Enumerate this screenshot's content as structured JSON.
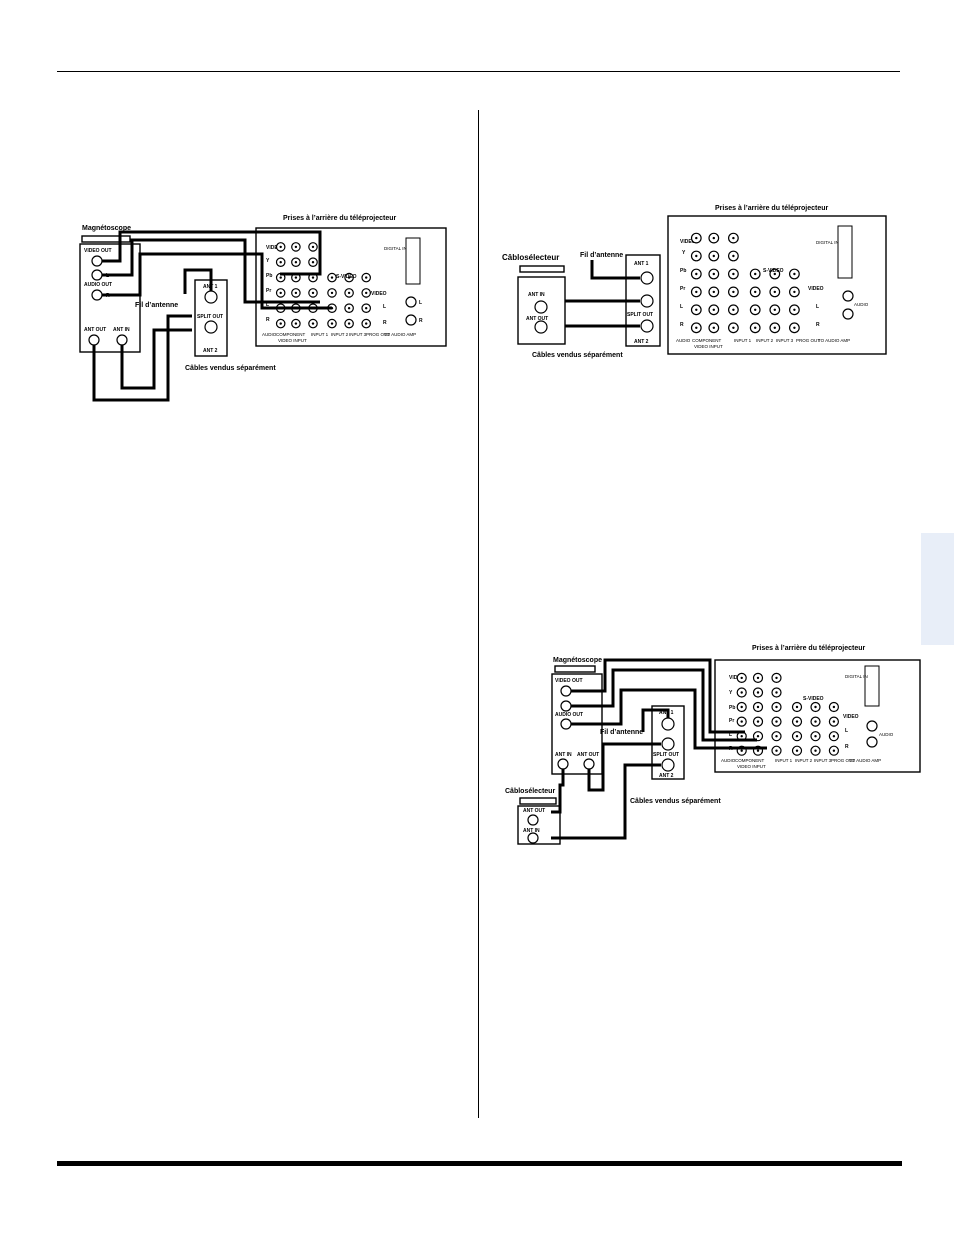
{
  "diagram1": {
    "projector_title": "Prises à l’arrière du téléprojecteur",
    "vcr_title": "Magnétoscope",
    "vcr_video_out": "VIDEO OUT",
    "vcr_audio_out": "AUDIO OUT",
    "vcr_l": "L",
    "vcr_r": "R",
    "vcr_ant_out": "ANT OUT",
    "vcr_ant_in": "ANT IN",
    "antenna_lead": "Fil d’antenne",
    "cables_sold_sep": "Câbles vendus séparément",
    "ant1": "ANT 1",
    "ant2": "ANT 2",
    "split_out": "SPLIT OUT"
  },
  "diagram2": {
    "projector_title": "Prises à l’arrière du téléprojecteur",
    "cable_box_title": "Câblosélecteur",
    "antenna_lead": "Fil d’antenne",
    "ant_in": "ANT IN",
    "ant_out": "ANT OUT",
    "cables_sold_sep": "Câbles vendus séparément",
    "ant1": "ANT 1",
    "ant2": "ANT 2",
    "split_out": "SPLIT OUT"
  },
  "diagram3": {
    "projector_title": "Prises à l’arrière du téléprojecteur",
    "vcr_title": "Magnétoscope",
    "vcr_video_out": "VIDEO OUT",
    "vcr_audio_out": "AUDIO OUT",
    "vcr_ant_in": "ANT IN",
    "vcr_ant_out": "ANT OUT",
    "cable_box_title": "Câblosélecteur",
    "cb_ant_out": "ANT OUT",
    "cb_ant_in": "ANT IN",
    "antenna_lead": "Fil d’antenne",
    "cables_sold_sep": "Câbles vendus séparément",
    "ant1": "ANT 1",
    "ant2": "ANT 2",
    "split_out": "SPLIT OUT"
  },
  "panel": {
    "video": "VIDEO",
    "y": "Y",
    "pb": "Pb",
    "pr": "Pr",
    "s_video": "S-VIDEO",
    "l": "L",
    "r": "R",
    "digital_in": "DIGITAL IN",
    "audio": "AUDIO",
    "audio_lbl": "AUDIO",
    "component": "COMPONENT",
    "video_input": "VIDEO INPUT",
    "input1": "INPUT 1",
    "input2": "INPUT 2",
    "input3": "INPUT 3",
    "prog_out": "PROG OUT",
    "to_audio_amp": "TO AUDIO AMP",
    "num1": "1",
    "num2": "2"
  }
}
